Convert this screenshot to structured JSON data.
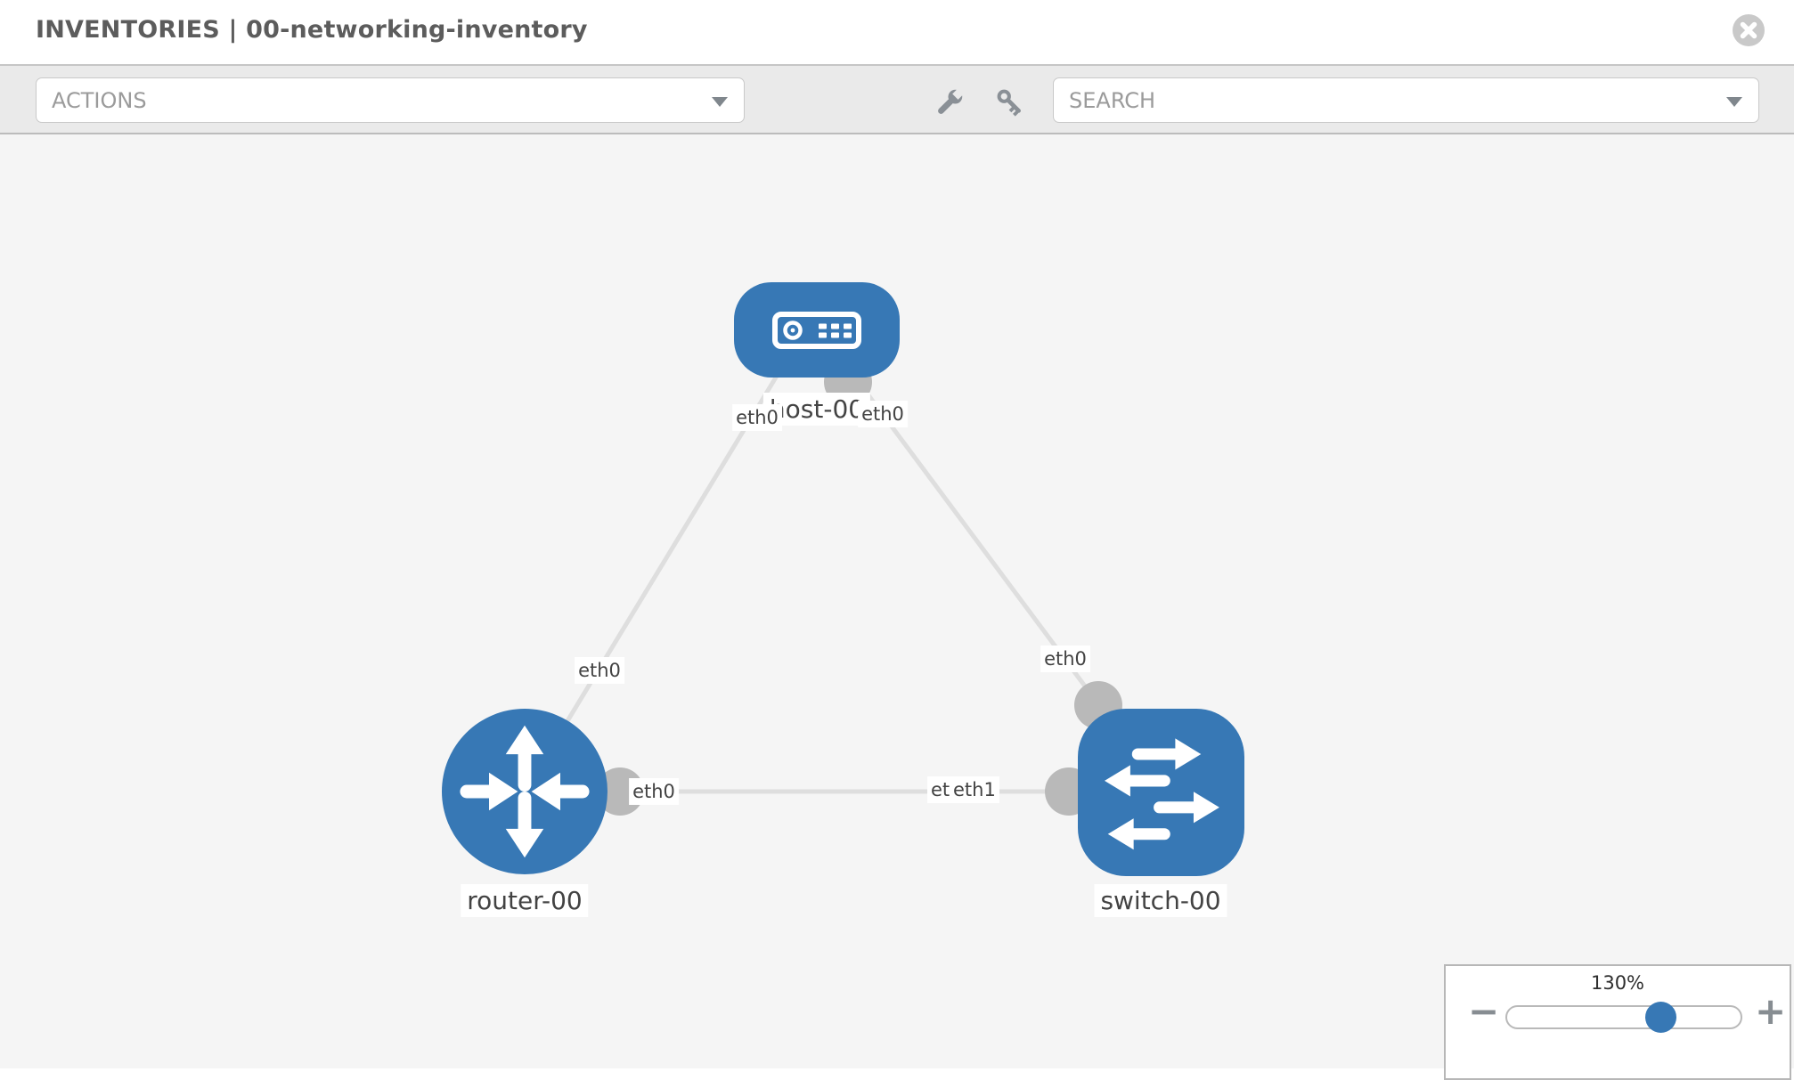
{
  "header": {
    "title": "INVENTORIES | 00-networking-inventory",
    "close_icon": "close-circle"
  },
  "toolbar": {
    "actions": {
      "placeholder": "ACTIONS"
    },
    "search": {
      "placeholder": "SEARCH"
    },
    "wrench_icon": "wrench",
    "key_icon": "key"
  },
  "topology": {
    "nodes": [
      {
        "id": "host-00",
        "type": "host",
        "label": "host-00"
      },
      {
        "id": "router-00",
        "type": "router",
        "label": "router-00"
      },
      {
        "id": "switch-00",
        "type": "switch",
        "label": "switch-00"
      }
    ],
    "links": [
      {
        "source": "host-00",
        "source_interface": "eth0",
        "target": "router-00",
        "target_interface": "eth0"
      },
      {
        "source": "host-00",
        "source_interface": "eth0",
        "target": "switch-00",
        "target_interface": "eth0"
      },
      {
        "source": "router-00",
        "source_interface": "eth0",
        "target": "switch-00",
        "target_interface": "eth1"
      }
    ],
    "labels": {
      "host": "host-00",
      "router": "router-00",
      "switch": "switch-00",
      "if_host_left": "eth0",
      "if_host_right": "eth0",
      "if_link_host_router": "eth0",
      "if_link_host_switch": "eth0",
      "if_link_rs_router_side": "eth0",
      "if_link_rs_switch_hidden": "eth0",
      "if_link_rs_switch_side": "eth1"
    }
  },
  "zoom_control": {
    "level": "130%",
    "percent": 130,
    "minus_label": "−",
    "plus_label": "+"
  },
  "colors": {
    "node_blue": "#3778B5",
    "link_gray": "#DEDEDE",
    "port_gray": "#B9B9B9",
    "canvas_bg": "#F5F5F5",
    "toolbar_bg": "#EAEAEA"
  }
}
